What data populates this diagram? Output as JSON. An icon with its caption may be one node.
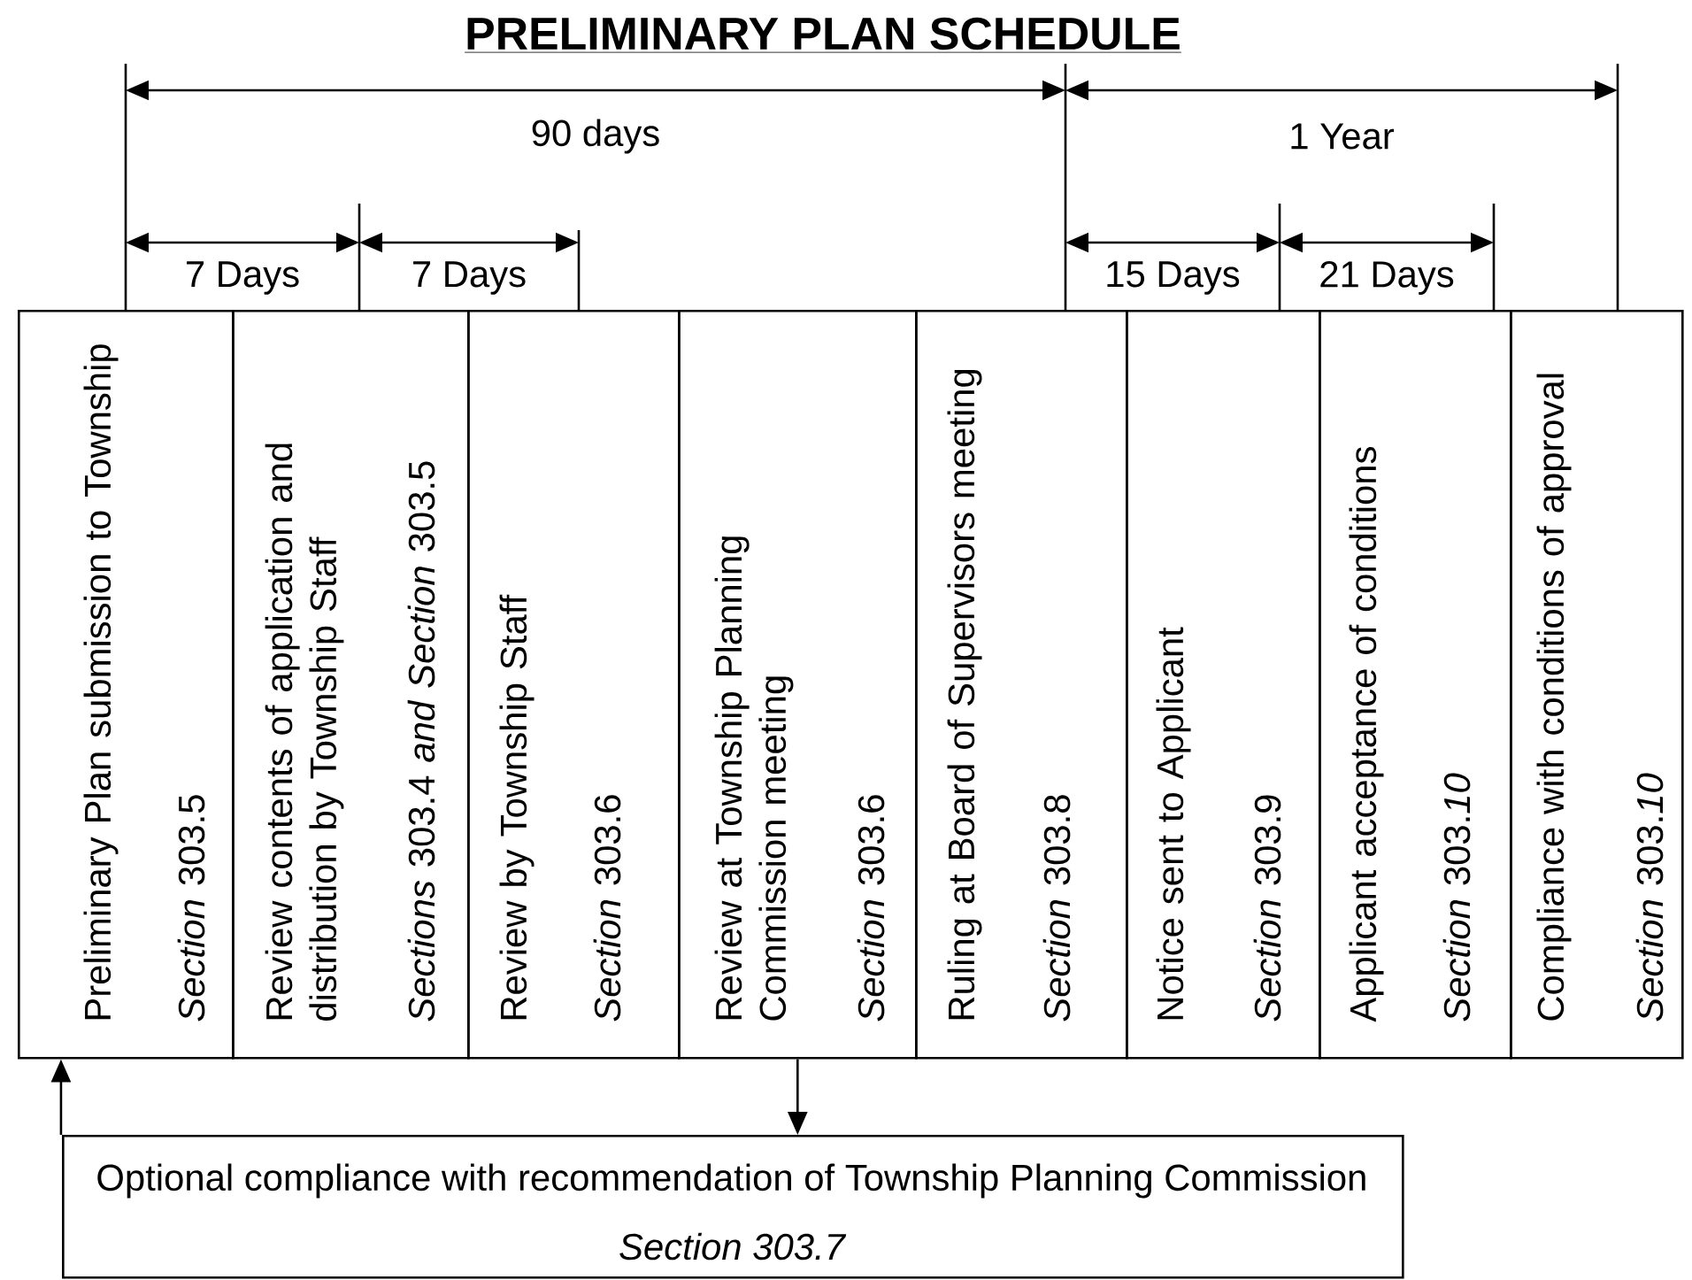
{
  "diagram": {
    "title": "PRELIMINARY PLAN SCHEDULE",
    "nodes": [
      {
        "text": [
          "Preliminary Plan submission to Township",
          "*Section* 303.5"
        ]
      },
      {
        "text": [
          "Review contents of application and distribution by Township Staff",
          "*Sections* 303.4 *and Section* 303.5"
        ]
      },
      {
        "text": [
          "Review by Township Staff",
          "*Section* 303.6"
        ]
      },
      {
        "text": [
          "Review at Township Planning Commission meeting",
          "*Section* 303.6"
        ]
      },
      {
        "text": [
          "Ruling at Board of Supervisors meeting",
          "*Section* 303.8"
        ]
      },
      {
        "text": [
          "Notice sent to Applicant",
          "*Section* 303.9"
        ]
      },
      {
        "text": [
          "Applicant acceptance of conditions",
          "*Section* 303.*10*"
        ]
      },
      {
        "text": [
          "Compliance with conditions of approval",
          "*Section* 303.*10*"
        ]
      },
      {
        "text": [
          "Optional compliance with recommendation of Township Planning Commission",
          "Section 303.7"
        ]
      }
    ],
    "edges": [
      {
        "from": 8,
        "to": 0,
        "arrow": "to"
      },
      {
        "from": 3,
        "to": 8,
        "arrow": "to"
      }
    ],
    "labels": [
      "90 days",
      "1 Year",
      "7 Days",
      "7 Days",
      "15 Days",
      "21 Days"
    ]
  }
}
